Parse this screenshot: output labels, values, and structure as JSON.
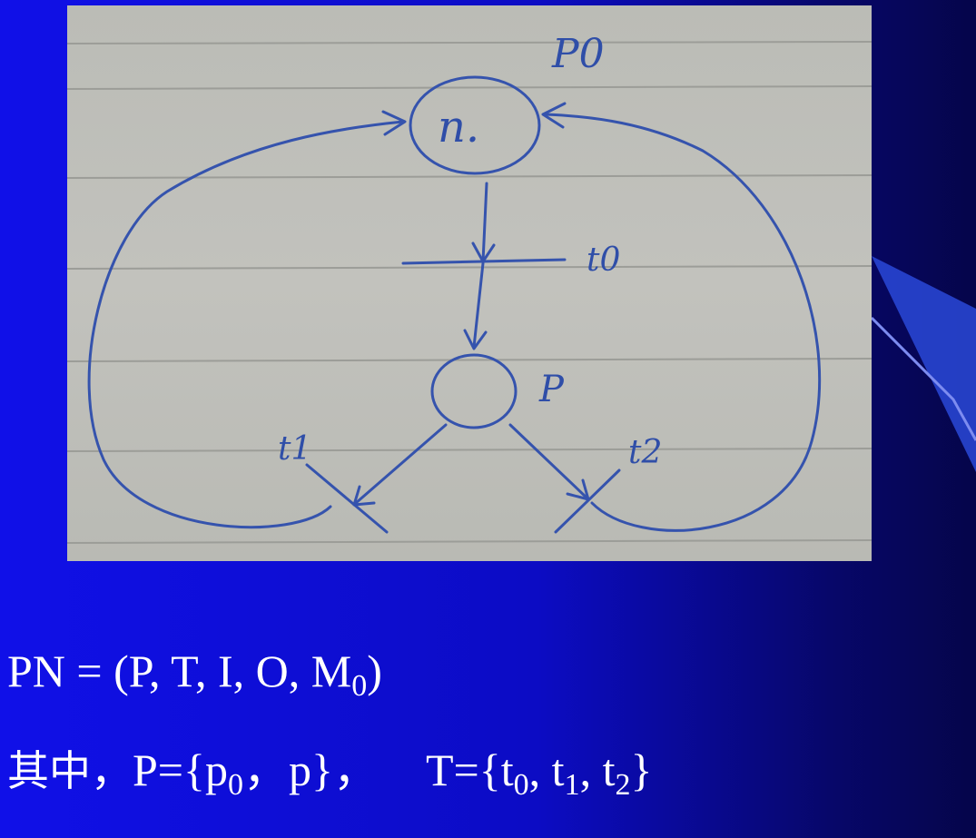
{
  "diagram": {
    "places": [
      {
        "name": "P0",
        "label": "P0",
        "token": "n."
      },
      {
        "name": "P",
        "label": "P"
      }
    ],
    "transitions": [
      {
        "name": "t0",
        "label": "t0"
      },
      {
        "name": "t1",
        "label": "t1"
      },
      {
        "name": "t2",
        "label": "t2"
      }
    ],
    "arcs": [
      {
        "from": "P0",
        "to": "t0"
      },
      {
        "from": "t0",
        "to": "P"
      },
      {
        "from": "P",
        "to": "t1"
      },
      {
        "from": "P",
        "to": "t2"
      },
      {
        "from": "t1",
        "to": "P0"
      },
      {
        "from": "t2",
        "to": "P0"
      }
    ]
  },
  "formula": {
    "pn_lhs": "PN = (P, T, I, O, M",
    "pn_sub": "0",
    "pn_end": ")",
    "prefix": "其中，",
    "p_set_open": "P={p",
    "p_set_sub": "0",
    "p_set_rest": "，p}，",
    "t_set_open": "T={t",
    "t_sub0": "0",
    "t_sep1": ", t",
    "t_sub1": "1",
    "t_sep2": ", t",
    "t_sub2": "2",
    "t_close": "}"
  }
}
